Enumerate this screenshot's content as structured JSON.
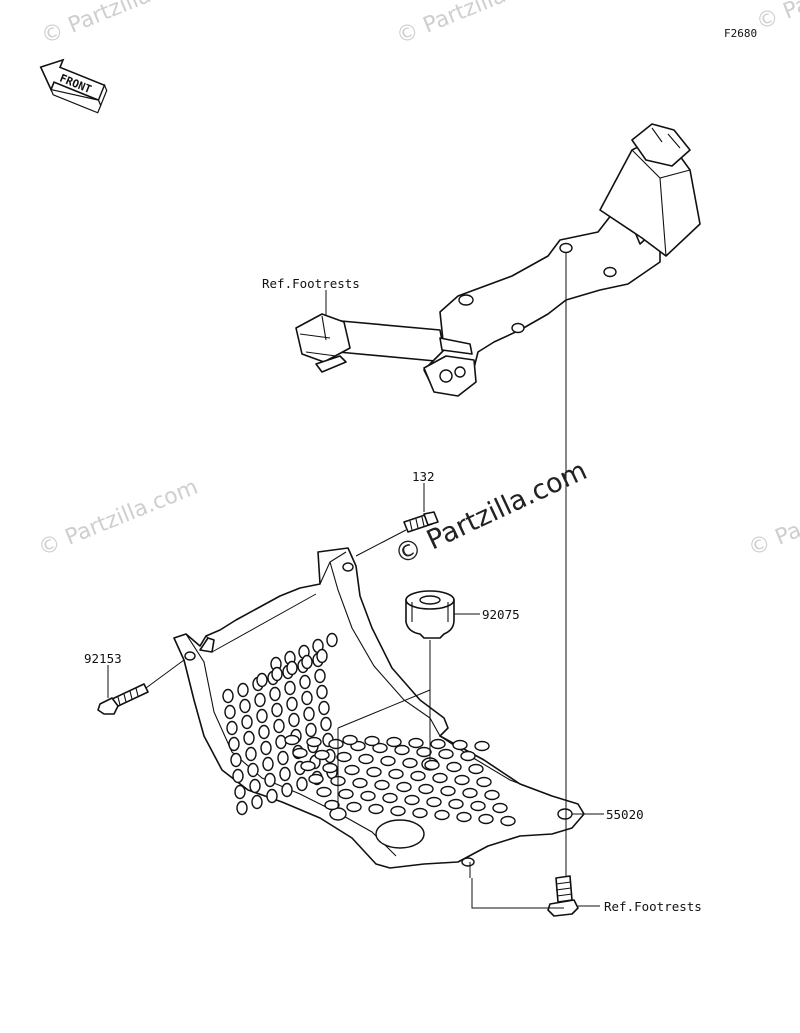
{
  "figure_code": "F2680",
  "front_indicator": "FRONT",
  "watermarks": {
    "main": "© Partzilla.com",
    "faint": "© Partzilla.com"
  },
  "labels": {
    "ref_footrests_top": "Ref.Footrests",
    "ref_footrests_bottom": "Ref.Footrests",
    "part_132": "132",
    "part_92075": "92075",
    "part_92153": "92153",
    "part_55020": "55020"
  },
  "icons": [
    "front-arrow-icon"
  ]
}
